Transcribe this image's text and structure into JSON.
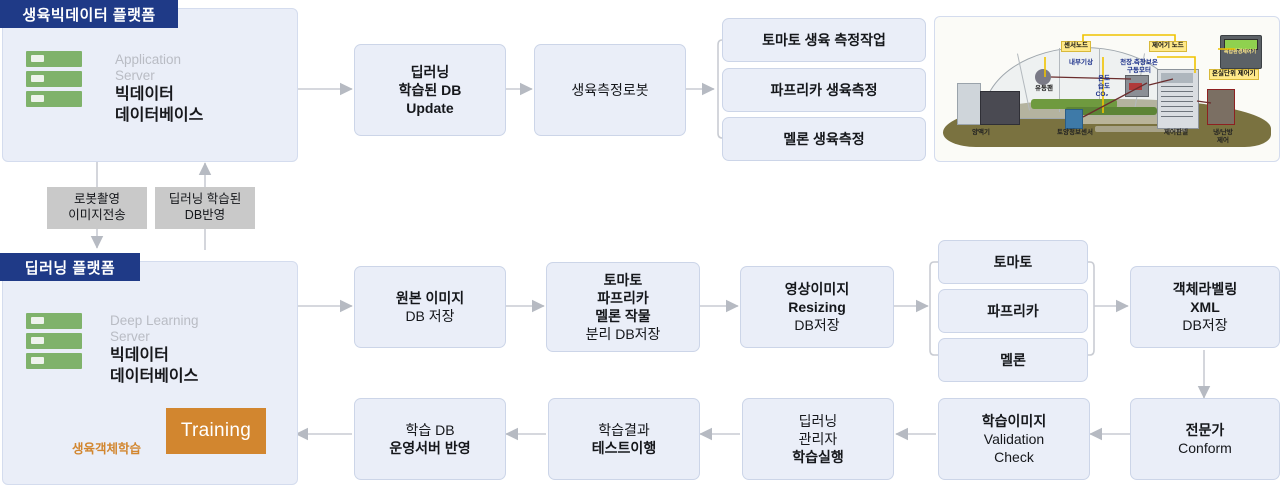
{
  "platforms": [
    {
      "id": "bigdata",
      "header": "생육빅데이터 플랫폼",
      "server_sub": "Application\nServer",
      "server_sub_l1": "Application",
      "server_sub_l2": "Server",
      "server_title_l1": "빅데이터",
      "server_title_l2": "데이터베이스"
    },
    {
      "id": "deeplearning",
      "header": "딥러닝 플랫폼",
      "server_sub_l1": "Deep Learning",
      "server_sub_l2": "Server",
      "server_title_l1": "빅데이터",
      "server_title_l2": "데이터베이스",
      "training_label": "Training",
      "training_note": "생육객체학습"
    }
  ],
  "connector_pills": [
    {
      "l1": "로봇촬영",
      "l2": "이미지전송"
    },
    {
      "l1": "딥러닝 학습된",
      "l2": "DB반영"
    }
  ],
  "row_top": {
    "boxes": [
      {
        "lines": [
          {
            "t": "딥러닝",
            "w": "b"
          },
          {
            "t": "학습된 DB",
            "w": "b"
          },
          {
            "t": "Update",
            "w": "b"
          }
        ]
      },
      {
        "lines": [
          {
            "t": "생육측정로봇",
            "w": "n"
          }
        ]
      }
    ],
    "branch": [
      {
        "lines": [
          {
            "t": "토마토 생육 측정작업",
            "w": "b"
          }
        ]
      },
      {
        "lines": [
          {
            "t": "파프리카 생육측정",
            "w": "b"
          }
        ]
      },
      {
        "lines": [
          {
            "t": "멜론 생육측정",
            "w": "b"
          }
        ]
      }
    ]
  },
  "row_mid": {
    "boxes": [
      {
        "lines": [
          {
            "t": "원본 이미지",
            "w": "b"
          },
          {
            "t": "DB 저장",
            "w": "n"
          }
        ]
      },
      {
        "lines": [
          {
            "t": "토마토",
            "w": "b"
          },
          {
            "t": "파프리카",
            "w": "b"
          },
          {
            "t": "멜론 작물",
            "w": "b"
          },
          {
            "t": "분리 DB저장",
            "w": "n"
          }
        ]
      },
      {
        "lines": [
          {
            "t": "영상이미지",
            "w": "b"
          },
          {
            "t": "Resizing",
            "w": "b"
          },
          {
            "t": "DB저장",
            "w": "n"
          }
        ]
      }
    ],
    "branch": [
      {
        "lines": [
          {
            "t": "토마토",
            "w": "b"
          }
        ]
      },
      {
        "lines": [
          {
            "t": "파프리카",
            "w": "b"
          }
        ]
      },
      {
        "lines": [
          {
            "t": "멜론",
            "w": "b"
          }
        ]
      }
    ],
    "tail": {
      "lines": [
        {
          "t": "객체라벨링",
          "w": "b"
        },
        {
          "t": "XML",
          "w": "b"
        },
        {
          "t": "DB저장",
          "w": "n"
        }
      ]
    }
  },
  "row_bottom": {
    "boxes": [
      {
        "lines": [
          {
            "t": "학습 DB",
            "w": "n"
          },
          {
            "t": "운영서버 반영",
            "w": "b"
          }
        ]
      },
      {
        "lines": [
          {
            "t": "학습결과",
            "w": "n"
          },
          {
            "t": "테스트이행",
            "w": "b"
          }
        ]
      },
      {
        "lines": [
          {
            "t": "딥러닝",
            "w": "n"
          },
          {
            "t": "관리자",
            "w": "n"
          },
          {
            "t": "학습실행",
            "w": "b"
          }
        ]
      },
      {
        "lines": [
          {
            "t": "학습이미지",
            "w": "b"
          },
          {
            "t": "Validation",
            "w": "n"
          },
          {
            "t": "Check",
            "w": "n"
          }
        ]
      },
      {
        "lines": [
          {
            "t": "전문가",
            "w": "b"
          },
          {
            "t": "Conform",
            "w": "n"
          }
        ]
      }
    ]
  },
  "greenhouse": {
    "caption_sensor_node": "센서노드",
    "caption_controller_node": "제어기 노드",
    "caption_greenhouse_controller": "온실단위 제어기",
    "label_internal_weather": "내부기상",
    "label_motor_l1": "천장.측창보온",
    "label_motor_l2": "구동모터",
    "label_temp": "온도",
    "label_humidity": "습도",
    "label_co2": "CO₂",
    "label_fan": "유동팬",
    "label_nutrient": "양액기",
    "label_soil_sensor": "토양정보센서",
    "label_control_panel": "제어판넬",
    "label_hvac_l1": "냉/난방",
    "label_hvac_l2": "제어",
    "device_screen_text": "복합환경제어기"
  },
  "colors": {
    "header_navy": "#1f3a87",
    "panel_fill": "#eaeef8",
    "box_fill": "#eaeef8",
    "box_border": "#ccd5e8",
    "server_green": "#7fb26b",
    "training_orange": "#d2862f",
    "pill_grey": "#c9c9c9",
    "arrow_grey": "#b6bac2",
    "dark_arrow": "#4a5b62"
  }
}
